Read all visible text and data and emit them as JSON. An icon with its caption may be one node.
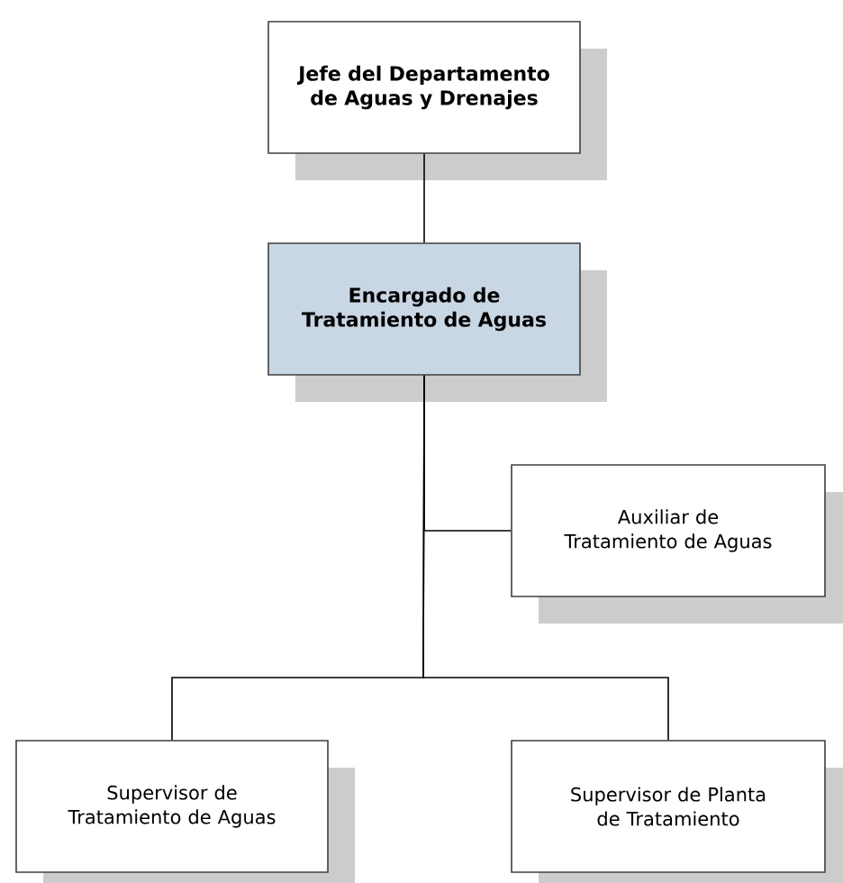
{
  "diagram": {
    "nodes": [
      {
        "text": [
          "Jefe del Departamento de Aguas y Drenajes"
        ]
      },
      {
        "text": [
          "Encargado de Tratamiento de Aguas"
        ]
      },
      {
        "text": [
          "Auxiliar de Tratamiento de Aguas"
        ]
      },
      {
        "text": [
          "Supervisor de Tratamiento de Aguas"
        ]
      },
      {
        "text": [
          "Supervisor de Planta de Tratamiento"
        ]
      }
    ],
    "edges": [
      {
        "from": 0,
        "to": 1,
        "arrow": "none"
      },
      {
        "from": 1,
        "to": 2,
        "arrow": "none"
      },
      {
        "from": 1,
        "to": 3,
        "arrow": "none"
      },
      {
        "from": 1,
        "to": 4,
        "arrow": "none"
      }
    ]
  }
}
